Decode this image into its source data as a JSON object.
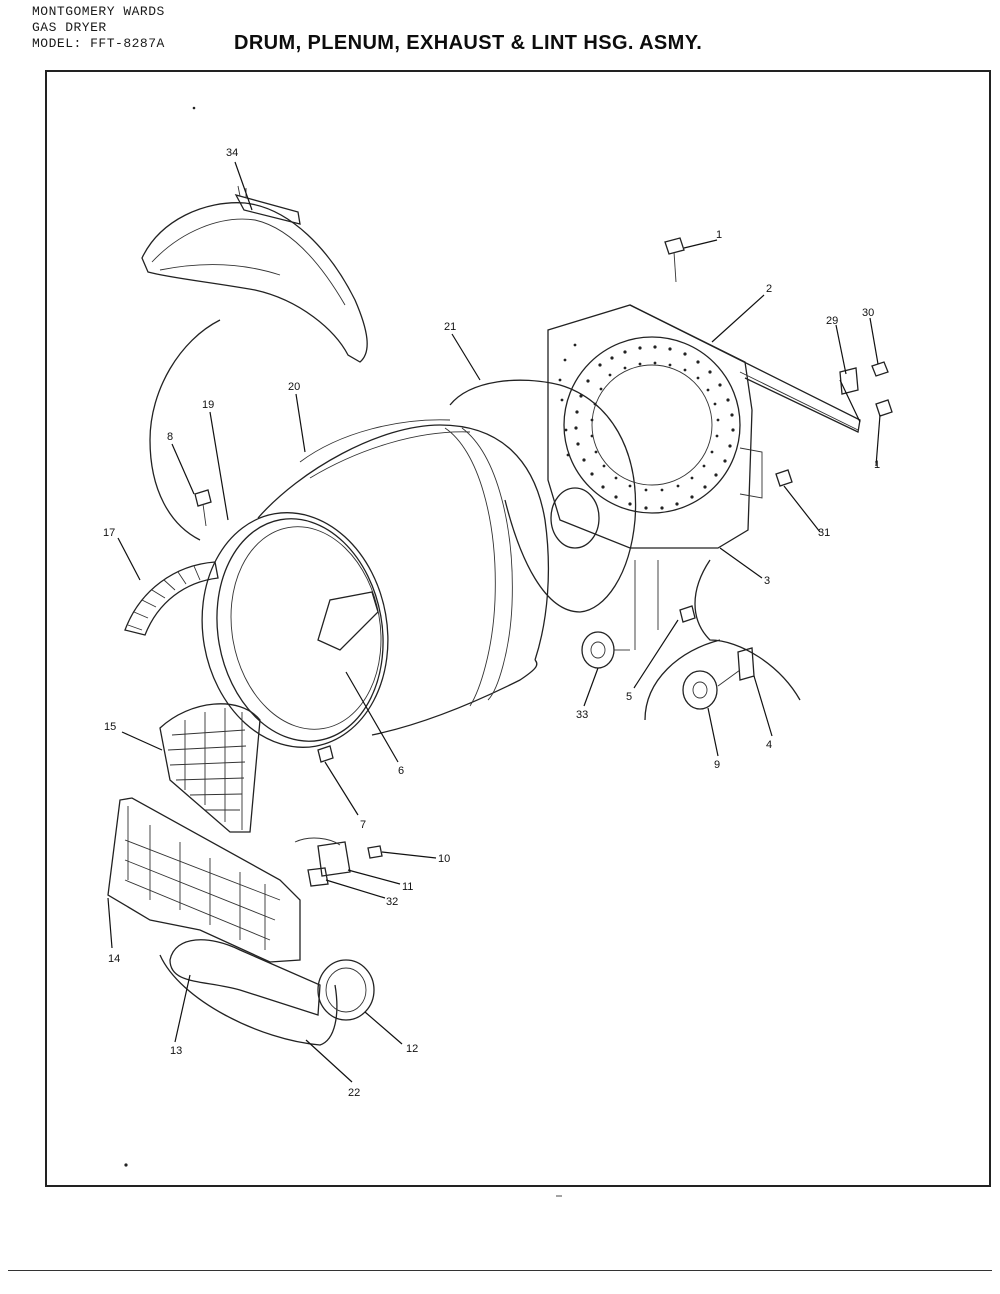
{
  "header": {
    "brand": "MONTGOMERY WARDS",
    "product": "GAS DRYER",
    "model": "MODEL: FFT-8287A"
  },
  "title": "DRUM, PLENUM, EXHAUST & LINT HSG. ASMY.",
  "callouts": {
    "c1": "1",
    "c2": "2",
    "c3": "3",
    "c4": "4",
    "c5": "5",
    "c6": "6",
    "c7": "7",
    "c8": "8",
    "c9": "9",
    "c10": "10",
    "c11": "11",
    "c12": "12",
    "c13": "13",
    "c14": "14",
    "c15": "15",
    "c17": "17",
    "c19": "19",
    "c20": "20",
    "c21": "21",
    "c22": "22",
    "c29": "29",
    "c30": "30",
    "c31": "31",
    "c32": "32",
    "c33": "33",
    "c34": "34",
    "c1b": "1"
  }
}
